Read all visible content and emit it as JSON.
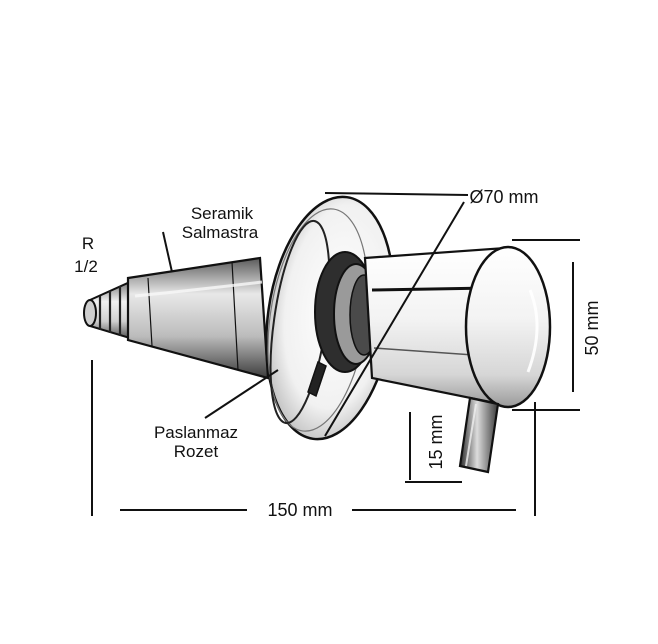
{
  "labels": {
    "seramik_line1": "Seramik",
    "seramik_line2": "Salmastra",
    "thread_line1": "R",
    "thread_line2": "1/2",
    "rozet_line1": "Paslanmaz",
    "rozet_line2": "Rozet"
  },
  "dimensions": {
    "length": "150 mm",
    "diameter": "Ø70 mm",
    "height": "50 mm",
    "lever": "15 mm"
  },
  "colors": {
    "ink": "#111111",
    "metal_light": "#f4f4f4",
    "metal_mid": "#bdbdbd",
    "metal_dark": "#3a3a3a"
  }
}
